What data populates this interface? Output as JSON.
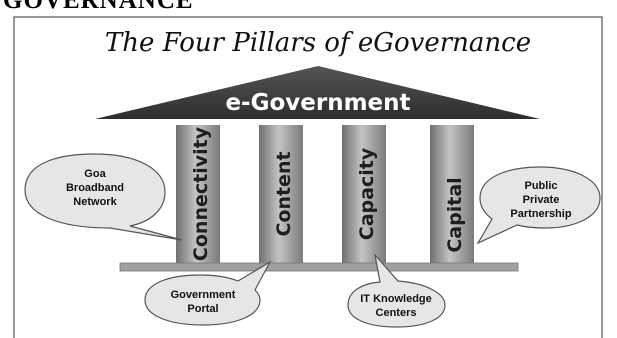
{
  "page": {
    "heading": "GOVERNANCE"
  },
  "diagram": {
    "title": "The Four Pillars of eGovernance",
    "roof_label": "e-Government",
    "pillars": [
      {
        "label": "Connectivity"
      },
      {
        "label": "Content"
      },
      {
        "label": "Capacity"
      },
      {
        "label": "Capital"
      }
    ],
    "callouts": [
      {
        "lines": [
          "Goa",
          "Broadband",
          "Network"
        ]
      },
      {
        "lines": [
          "Public",
          "Private",
          "Partnership"
        ]
      },
      {
        "lines": [
          "Government",
          "Portal"
        ]
      },
      {
        "lines": [
          "IT Knowledge",
          "Centers"
        ]
      }
    ]
  },
  "colors": {
    "roof": "#3a3a3a",
    "pillar_dark": "#7d7d7d",
    "pillar_light": "#bdbdbd",
    "base": "#a0a0a0",
    "bubble_fill": "#e6e6e6",
    "bubble_stroke": "#555555"
  }
}
